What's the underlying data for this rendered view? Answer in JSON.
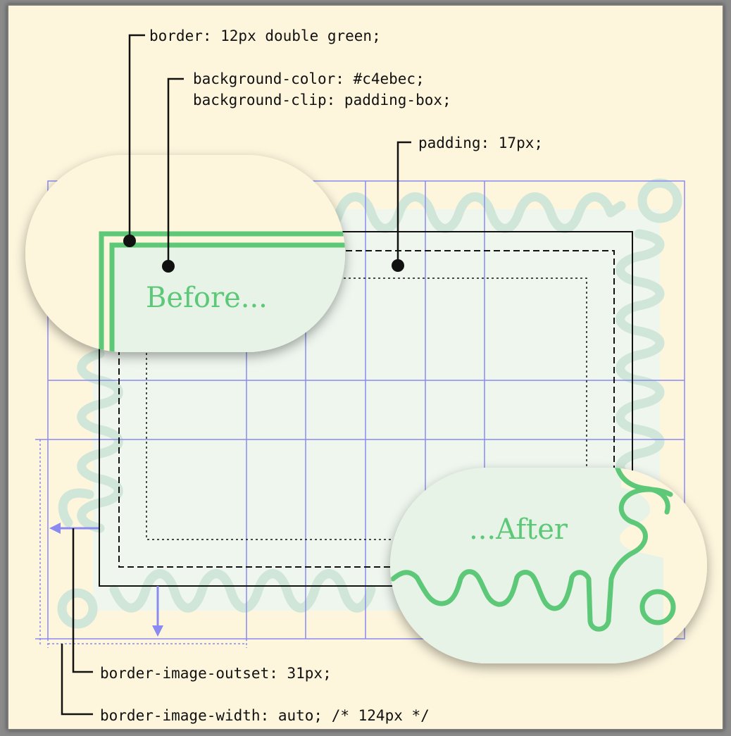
{
  "labels": {
    "border": "border: 12px double green;",
    "background_color": "background-color: #c4ebec;",
    "background_clip": "background-clip: padding-box;",
    "padding": "padding: 17px;",
    "outset": "border-image-outset: 31px;",
    "width": "border-image-width: auto; /* 124px */"
  },
  "callouts": {
    "before": "Before...",
    "after": "...After"
  },
  "colors": {
    "background": "#fdf5dc",
    "grid_lines": "#8a8af0",
    "wavy_border_faded": "#cfe6d8",
    "fill_faded": "#eef6ee",
    "green": "#5cc878",
    "callout_fill": "#e6f3e6",
    "leader": "#111111"
  }
}
